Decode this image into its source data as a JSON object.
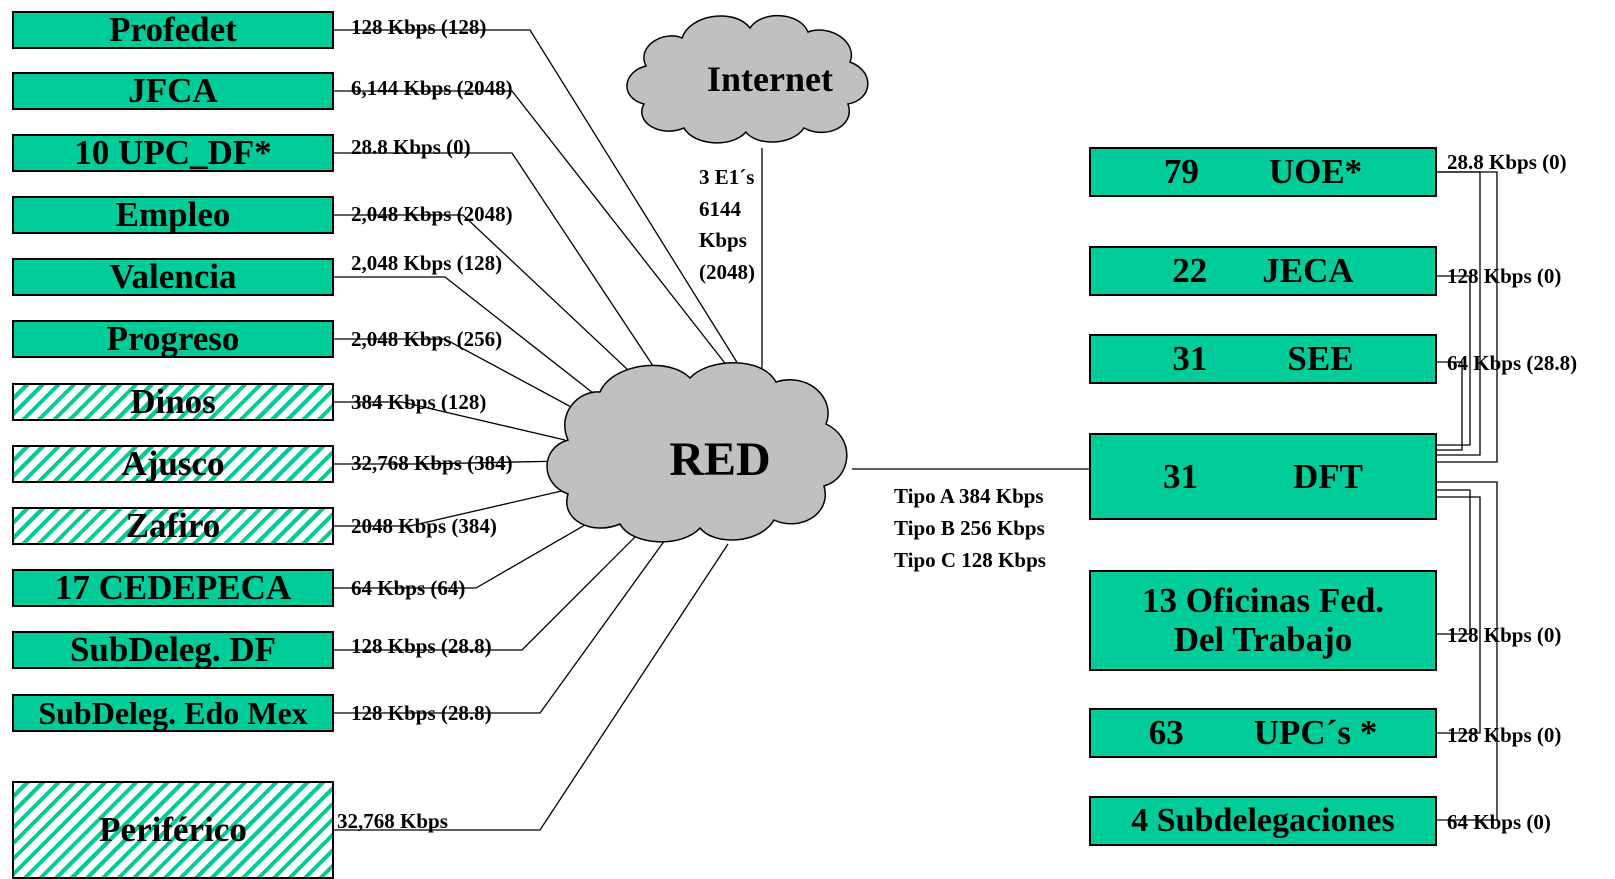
{
  "colors": {
    "node_fill": "#00cc99",
    "cloud_fill": "#c0c0c0"
  },
  "clouds": {
    "red": "RED",
    "internet": "Internet"
  },
  "uplink": {
    "line1": "3 E1´s",
    "line2": "6144",
    "line3": "Kbps",
    "line4": "(2048)"
  },
  "tipos": {
    "a": "Tipo A 384 Kbps",
    "b": "Tipo B 256 Kbps",
    "c": "Tipo C 128 Kbps"
  },
  "left_nodes": [
    {
      "name": "Profedet",
      "link": "128 Kbps (128)",
      "hatched": false
    },
    {
      "name": "JFCA",
      "link": "6,144 Kbps (2048)",
      "hatched": false
    },
    {
      "name": "10 UPC_DF*",
      "link": "28.8 Kbps (0)",
      "hatched": false
    },
    {
      "name": "Empleo",
      "link": "2,048 Kbps (2048)",
      "hatched": false
    },
    {
      "name": "Valencia",
      "link": "2,048 Kbps (128)",
      "hatched": false
    },
    {
      "name": "Progreso",
      "link": "2,048 Kbps (256)",
      "hatched": false
    },
    {
      "name": "Dinos",
      "link": "384 Kbps (128)",
      "hatched": true
    },
    {
      "name": "Ajusco",
      "link": "32,768 Kbps (384)",
      "hatched": true
    },
    {
      "name": "Zafiro",
      "link": "2048 Kbps (384)",
      "hatched": true
    },
    {
      "name": "17 CEDEPECA",
      "link": "64 Kbps (64)",
      "hatched": false
    },
    {
      "name": "SubDeleg. DF",
      "link": "128 Kbps (28.8)",
      "hatched": false
    },
    {
      "name": "SubDeleg. Edo Mex",
      "link": "128 Kbps (28.8)",
      "hatched": false
    },
    {
      "name": "Periférico",
      "link": "32,768 Kbps",
      "hatched": true
    }
  ],
  "right_nodes": {
    "uoe": {
      "num": "79",
      "name": "UOE*",
      "link": "28.8 Kbps (0)"
    },
    "jeca": {
      "num": "22",
      "name": "JECA",
      "link": "128 Kbps (0)"
    },
    "see": {
      "num": "31",
      "name": "SEE",
      "link": "64 Kbps (28.8)"
    },
    "dft": {
      "num": "31",
      "name": "DFT"
    },
    "ofic": {
      "line1": "13  Oficinas Fed.",
      "line2": "Del Trabajo",
      "link": "128 Kbps (0)"
    },
    "upcs": {
      "num": "63",
      "name": "UPC´s *",
      "link": "128 Kbps (0)"
    },
    "subd": {
      "name": "4  Subdelegaciones",
      "link": "64 Kbps (0)"
    }
  }
}
